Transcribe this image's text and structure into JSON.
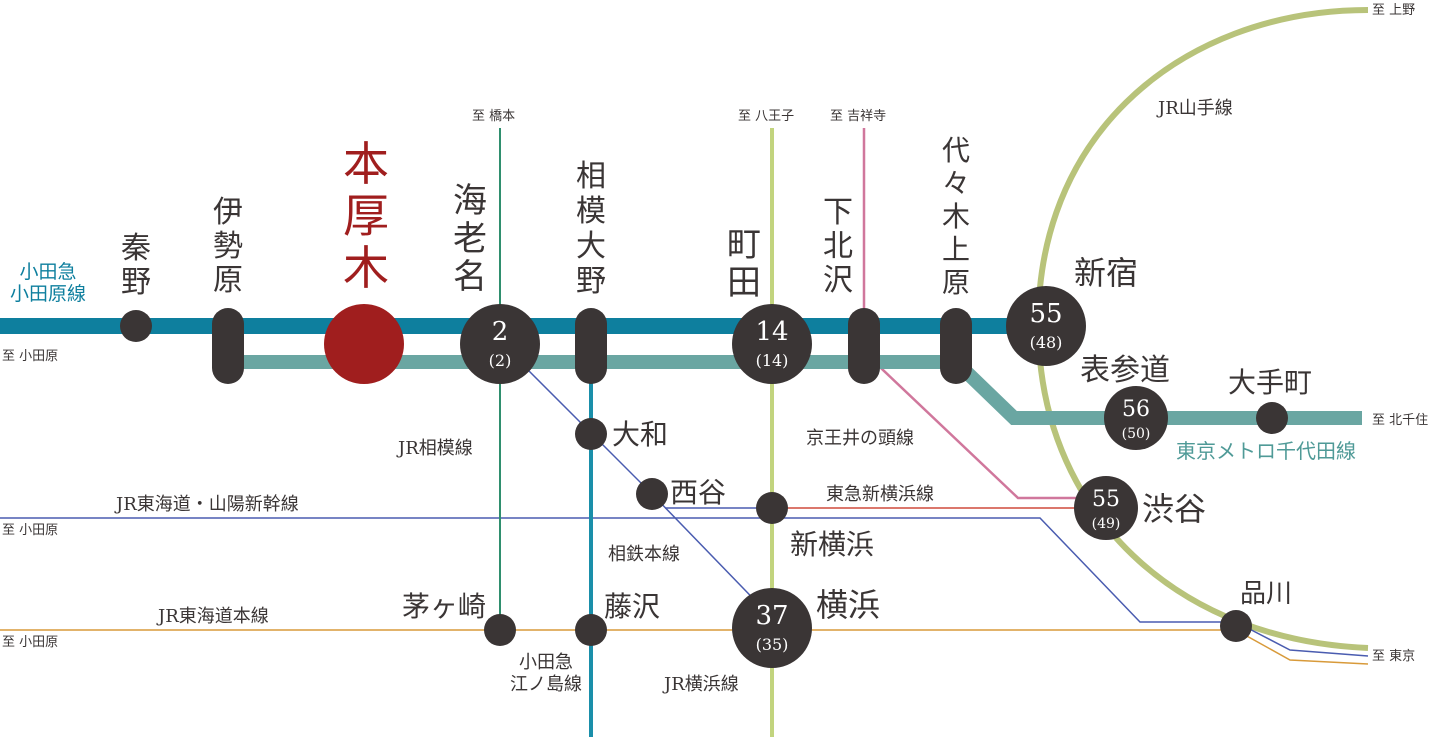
{
  "stations": {
    "hadano": "秦\n野",
    "isehara": "伊\n勢\n原",
    "honatsugi": "本\n厚\n木",
    "ebina": "海\n老\n名",
    "sagamiono": "相\n模\n大\n野",
    "machida": "町\n田",
    "shimokitazawa": "下\n北\n沢",
    "yoyogiuehara": "代\n々\n木\n上\n原",
    "shinjuku": "新宿",
    "omotesando": "表参道",
    "otemachi": "大手町",
    "shibuya": "渋谷",
    "shinagawa": "品川",
    "yamato": "大和",
    "nishiya": "西谷",
    "shinyokohama": "新横浜",
    "yokohama": "横浜",
    "chigasaki": "茅ヶ崎",
    "fujisawa": "藤沢"
  },
  "times": {
    "ebina": {
      "main": "2",
      "sub": "(2)"
    },
    "machida": {
      "main": "14",
      "sub": "(14)"
    },
    "shinjuku": {
      "main": "55",
      "sub": "(48)"
    },
    "omotesando": {
      "main": "56",
      "sub": "(50)"
    },
    "shibuya": {
      "main": "55",
      "sub": "(49)"
    },
    "yokohama": {
      "main": "37",
      "sub": "(35)"
    }
  },
  "lines": {
    "odakyu": "小田急\n小田原線",
    "yamanote": "JR山手線",
    "chiyoda": "東京メトロ千代田線",
    "keio_inokashira": "京王井の頭線",
    "tokyu_shinyokohama": "東急新横浜線",
    "jr_tokaido_sanyo": "JR東海道・山陽新幹線",
    "jr_sagami": "JR相模線",
    "sotetsu": "相鉄本線",
    "jr_tokaido": "JR東海道本線",
    "enoshima": "小田急\n江ノ島線",
    "jr_yokohama": "JR横浜線"
  },
  "directions": {
    "hashimoto": "至 橋本",
    "hachioji": "至 八王子",
    "kichijoji": "至 吉祥寺",
    "ueno": "至 上野",
    "odawara_1": "至 小田原",
    "odawara_2": "至 小田原",
    "odawara_3": "至 小田原",
    "kitasenju": "至 北千住",
    "tokyo": "至 東京"
  },
  "colors": {
    "odakyu": "#0e7f9e",
    "odakyu_second": "#6aa6a2",
    "chiyoda": "#6aa6a2",
    "yamanote": "#b8c37a",
    "yokohama_line": "#c2d47e",
    "keio": "#d0779c",
    "tokyu": "#cf4a3c",
    "shinkansen": "#4a5cb0",
    "tokaido": "#d89a3a",
    "sagami": "#2f8f6e",
    "enoshima": "#1a8faa",
    "station": "#3a3535",
    "highlight": "#a01e1e"
  }
}
